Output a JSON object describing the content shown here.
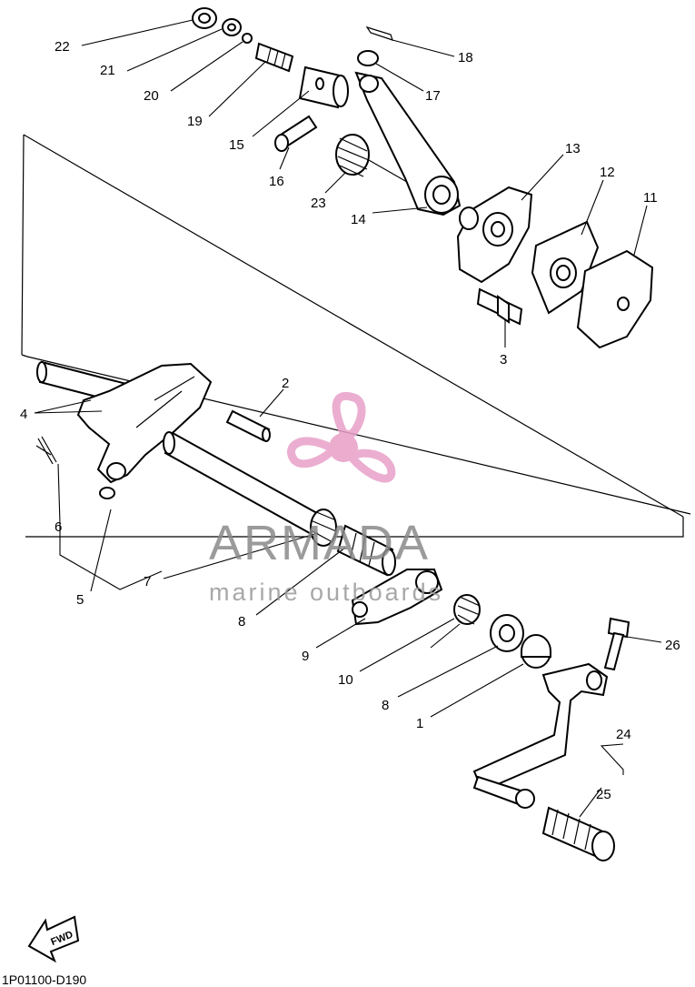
{
  "watermark": {
    "brand": "ARMADA",
    "tagline": "marine outboards",
    "logo_color": "#e8a0c8",
    "logo_center_color": "#e89ec6"
  },
  "fwd_label": "FWD",
  "drawing_code": "1P01100-D190",
  "callouts": [
    {
      "id": "c22",
      "text": "22"
    },
    {
      "id": "c21",
      "text": "21"
    },
    {
      "id": "c20",
      "text": "20"
    },
    {
      "id": "c19",
      "text": "19"
    },
    {
      "id": "c15",
      "text": "15"
    },
    {
      "id": "c16",
      "text": "16"
    },
    {
      "id": "c23",
      "text": "23"
    },
    {
      "id": "c14",
      "text": "14"
    },
    {
      "id": "c18",
      "text": "18"
    },
    {
      "id": "c17",
      "text": "17"
    },
    {
      "id": "c13",
      "text": "13"
    },
    {
      "id": "c12",
      "text": "12"
    },
    {
      "id": "c11",
      "text": "11"
    },
    {
      "id": "c3",
      "text": "3"
    },
    {
      "id": "c4",
      "text": "4"
    },
    {
      "id": "c2",
      "text": "2"
    },
    {
      "id": "c6",
      "text": "6"
    },
    {
      "id": "c5",
      "text": "5"
    },
    {
      "id": "c7",
      "text": "7"
    },
    {
      "id": "c8a",
      "text": "8"
    },
    {
      "id": "c9",
      "text": "9"
    },
    {
      "id": "c10",
      "text": "10"
    },
    {
      "id": "c8b",
      "text": "8"
    },
    {
      "id": "c1",
      "text": "1"
    },
    {
      "id": "c26",
      "text": "26"
    },
    {
      "id": "c24",
      "text": "24"
    },
    {
      "id": "c25",
      "text": "25"
    }
  ]
}
